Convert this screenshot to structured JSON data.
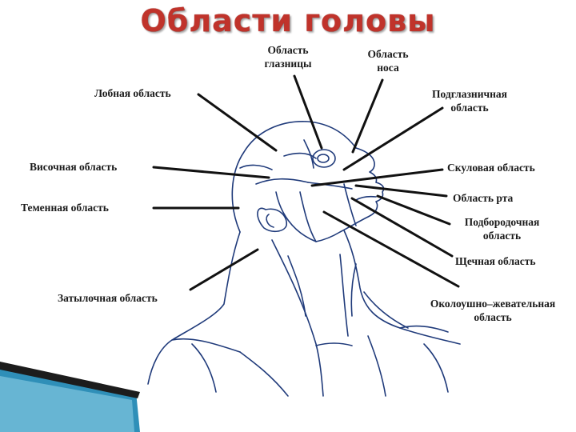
{
  "title": "Области головы",
  "labels": {
    "orbit": [
      "Область",
      "глазницы"
    ],
    "nose": [
      "Область",
      "носа"
    ],
    "frontal": "Лобная область",
    "infraorbital": [
      "Подглазничная",
      "область"
    ],
    "temporal": "Височная область",
    "zygomatic": "Скуловая область",
    "mouth": "Область рта",
    "parietal": "Теменная область",
    "chin": [
      "Подбородочная",
      "область"
    ],
    "buccal": "Щечная область",
    "occipital": "Затылочная область",
    "parotid": [
      "Околоушно–жевательная",
      "область"
    ]
  },
  "colors": {
    "title": "#c0332b",
    "outline": "#1f3a7a",
    "leader": "#111111",
    "accent": "#2f8fb8"
  }
}
